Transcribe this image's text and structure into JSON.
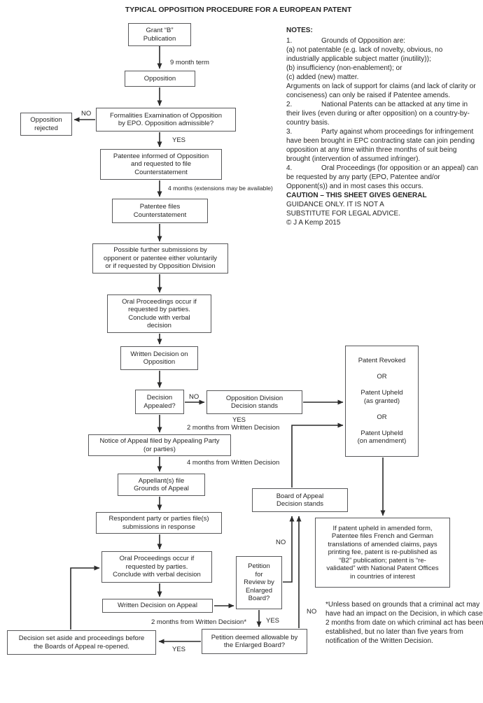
{
  "title": "TYPICAL OPPOSITION PROCEDURE FOR A EUROPEAN PATENT",
  "colors": {
    "box_border": "#58585a",
    "arrow": "#2b2b2b",
    "text": "#262626",
    "background": "#ffffff"
  },
  "nodes": {
    "grant": "Grant “B”\nPublication",
    "opposition": "Opposition",
    "formalities": "Formalities Examination of Opposition\nby EPO.  Opposition admissible?",
    "rejected": "Opposition\nrejected",
    "informed": "Patentee informed of Opposition\nand requested to file\nCounterstatement",
    "patentee_files": "Patentee files\nCounterstatement",
    "further_submissions": "Possible further submissions by\nopponent or patentee either voluntarily\nor if requested by Opposition Division",
    "oral_opposition": "Oral Proceedings occur if\nrequested by parties.\nConclude with verbal\ndecision",
    "written_decision_opposition": "Written Decision on\nOpposition",
    "decision_appealed": "Decision\nAppealed?",
    "od_stands": "Opposition Division\nDecision stands",
    "outcome": "Patent Revoked\n\nOR\n\nPatent Upheld\n(as granted)\n\nOR\n\nPatent Upheld\n(on amendment)",
    "notice_of_appeal": "Notice of Appeal filed by Appealing Party\n(or parties)",
    "appellants_file": "Appellant(s) file\nGrounds of Appeal",
    "respondent_files": "Respondent party or parties file(s)\nsubmissions in response",
    "boa_stands": "Board of Appeal\nDecision stands",
    "oral_appeal": "Oral Proceedings occur if\nrequested by parties.\nConclude with verbal decision",
    "written_decision_appeal": "Written Decision on Appeal",
    "petition_review": "Petition\nfor\nReview by\nEnlarged\nBoard?",
    "petition_allowable": "Petition deemed allowable by\nthe Enlarged Board?",
    "set_aside": "Decision set aside and proceedings before\nthe Boards of Appeal re-opened.",
    "upheld_amended": "If patent upheld in amended form,\nPatentee files French and German\ntranslations of amended claims, pays\nprinting fee, patent is re-published as\n“B2” publication; patent is “re-\nvalidated” with National Patent Offices\nin countries of interest"
  },
  "labels": {
    "nine_month_term": "9 month term",
    "no": "NO",
    "yes": "YES",
    "four_months_ext": "4 months (extensions may be available)",
    "two_months_wd": "2 months from Written Decision",
    "four_months_wd": "4 months from Written Decision",
    "two_months_wd_star": "2 months from Written Decision*"
  },
  "notes": {
    "heading": "NOTES:",
    "item1": {
      "num": "1.",
      "text": "Grounds of Opposition are:",
      "a": "(a) not patentable (e.g. lack of novelty, obvious, no industrially applicable subject matter (inutility));",
      "b": "(b) insufficiency (non-enablement); or",
      "c": "(c) added (new) matter."
    },
    "arguments": "Arguments on lack of support for claims (and lack of clarity or conciseness) can only be raised if Patentee amends.",
    "item2": {
      "num": "2.",
      "text": "National Patents can be attacked at any time in their lives (even during or after opposition) on a country-by-country basis."
    },
    "item3": {
      "num": "3.",
      "text": "Party against whom proceedings for infringement have been brought in EPC contracting state can join pending opposition at any time within three months of suit being brought (intervention of assumed infringer)."
    },
    "item4": {
      "num": "4.",
      "text": "Oral Proceedings (for opposition or an appeal) can be requested by any party (EPO, Patentee and/or Opponent(s)) and in most cases this occurs."
    },
    "caution_line1": "CAUTION – THIS SHEET GIVES GENERAL",
    "caution_rest": "GUIDANCE ONLY.  IT IS NOT A\nSUBSTITUTE FOR LEGAL ADVICE.",
    "copyright": "© J A Kemp 2015"
  },
  "footnote": "*Unless based on grounds that a criminal act may have had an impact on the Decision, in which case 2 months from date on which criminal act has been established, but no later than five years from notification of the Written Decision."
}
